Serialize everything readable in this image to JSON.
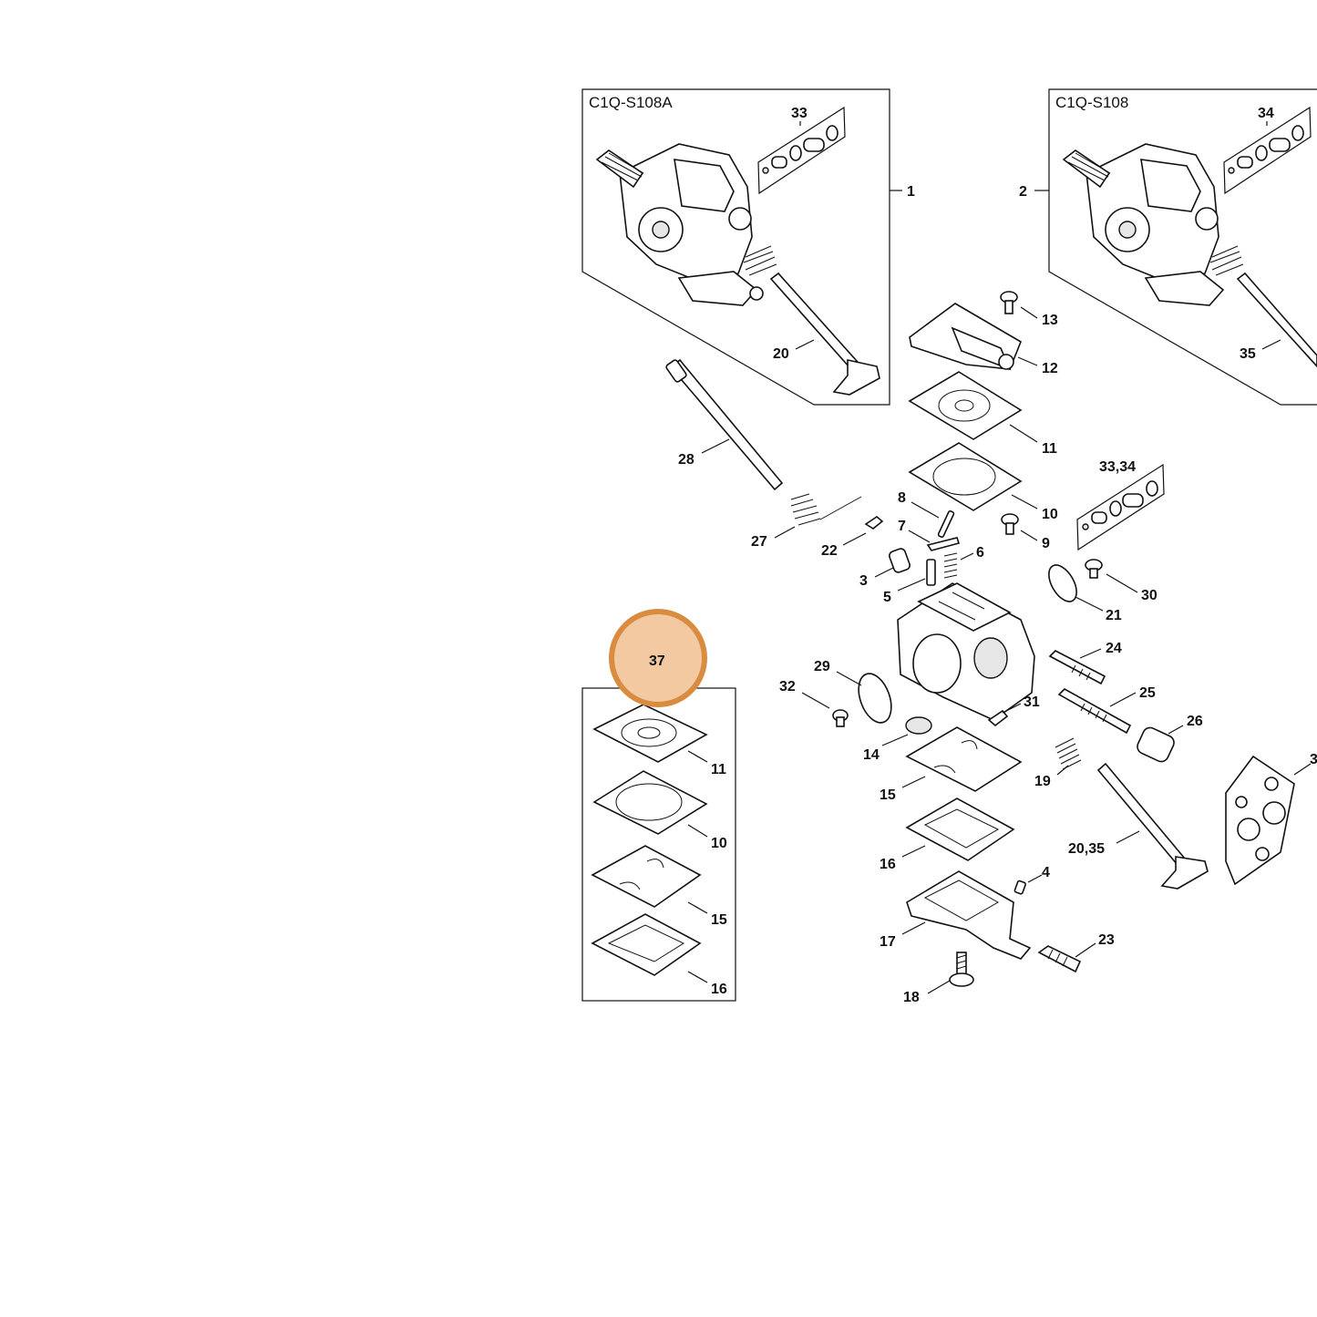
{
  "boxes": {
    "box_a_title": "C1Q-S108A",
    "box_b_title": "C1Q-S108"
  },
  "callouts": {
    "c1": "1",
    "c2": "2",
    "c33_box": "33",
    "c34_box": "34",
    "c20_box": "20",
    "c35_box": "35",
    "c13": "13",
    "c12": "12",
    "c11": "11",
    "c10": "10",
    "c28": "28",
    "c27": "27",
    "c22": "22",
    "c8": "8",
    "c7": "7",
    "c6": "6",
    "c9": "9",
    "c3334": "33,34",
    "c3": "3",
    "c5": "5",
    "c21": "21",
    "c30": "30",
    "c29": "29",
    "c32": "32",
    "c24": "24",
    "c25": "25",
    "c26": "26",
    "c31": "31",
    "c14": "14",
    "c15": "15",
    "c19": "19",
    "c36": "3",
    "c2035": "20,35",
    "c16": "16",
    "c4": "4",
    "c17": "17",
    "c23": "23",
    "c18": "18",
    "c37": "37",
    "k11": "11",
    "k10": "10",
    "k15": "15",
    "k16": "16"
  },
  "highlight": {
    "color": "#d98c3f",
    "fill": "#f2c9a0",
    "label": "37"
  }
}
